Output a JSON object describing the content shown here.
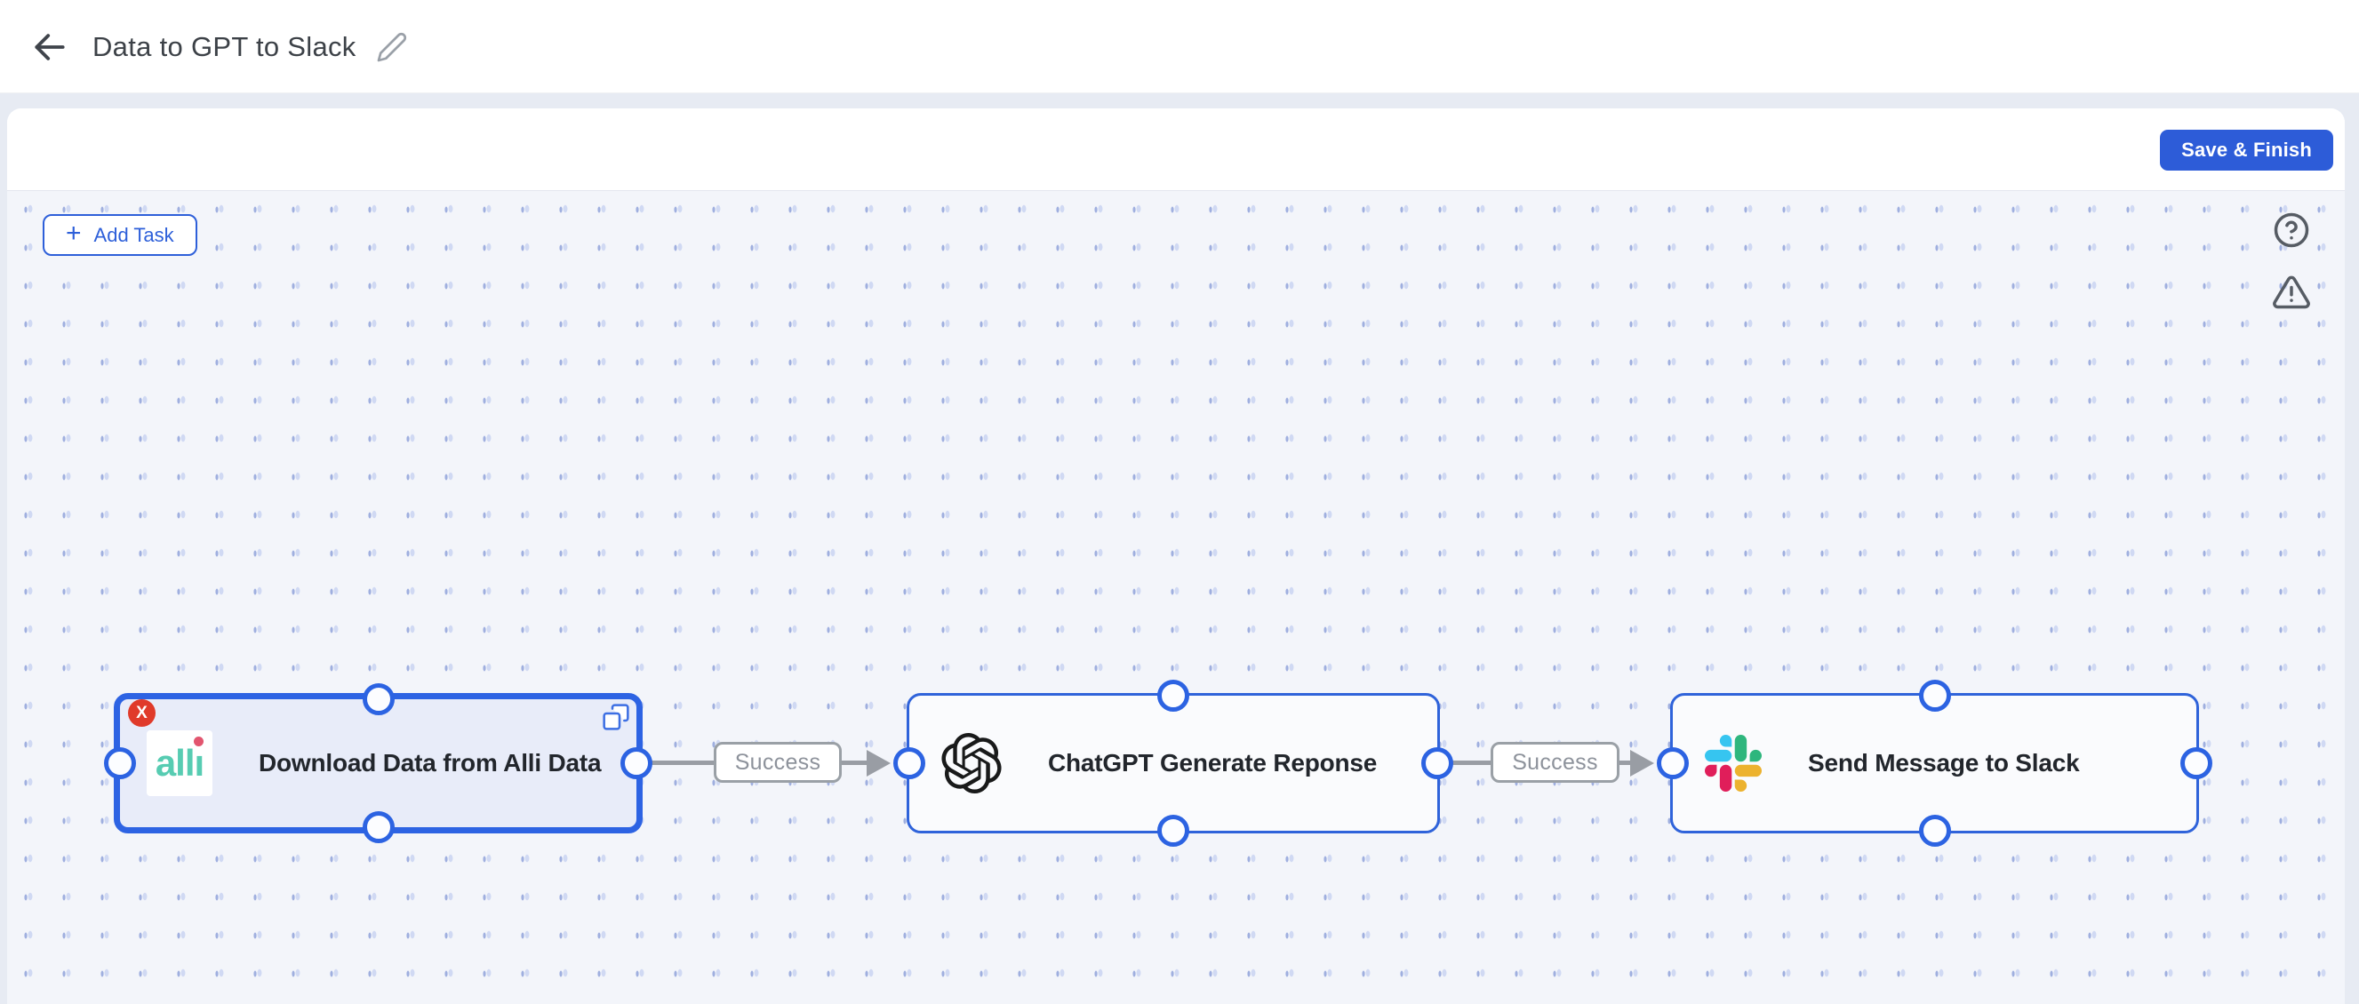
{
  "header": {
    "title": "Data to GPT to Slack"
  },
  "toolbar": {
    "save_finish_label": "Save & Finish"
  },
  "canvas": {
    "add_task_plus": "+",
    "add_task_label": "Add Task",
    "nodes": [
      {
        "label": "Download Data from Alli Data",
        "app": "Alli Data",
        "selected": true,
        "delete_badge": "X",
        "logo": "alli-logo",
        "logo_text": "alli",
        "logo_render_main": "all",
        "logo_render_stem": "ı"
      },
      {
        "label": "ChatGPT Generate Reponse",
        "app": "ChatGPT",
        "selected": false,
        "logo": "openai-logo"
      },
      {
        "label": "Send Message to Slack",
        "app": "Slack",
        "selected": false,
        "logo": "slack-logo"
      }
    ],
    "edges": [
      {
        "from": "Download Data from Alli Data",
        "to": "ChatGPT Generate Reponse",
        "label": "Success"
      },
      {
        "from": "ChatGPT Generate Reponse",
        "to": "Send Message to Slack",
        "label": "Success"
      }
    ],
    "icons": [
      "plus-icon",
      "help-circle-icon",
      "warning-triangle-icon",
      "copy-icon",
      "delete-x-badge"
    ]
  },
  "header_icons": [
    "arrow-left-icon",
    "pencil-icon"
  ],
  "colors": {
    "accent_blue": "#2d5cd8",
    "node_border_blue": "#2e63e2",
    "selected_node_fill": "#e8ecf9",
    "canvas_bg": "#f3f5fa",
    "grid_dot": "#9fafdf",
    "edge_gray": "#999da4",
    "edge_text": "#8d929b",
    "delete_red": "#e03a2a",
    "alli_teal": "#57ccb2",
    "alli_dot_pink": "#e2556f",
    "openai_black": "#191a1a",
    "slack_blue": "#36C5F0",
    "slack_green": "#2EB67D",
    "slack_yellow": "#ECB22E",
    "slack_red": "#E01E5A"
  }
}
